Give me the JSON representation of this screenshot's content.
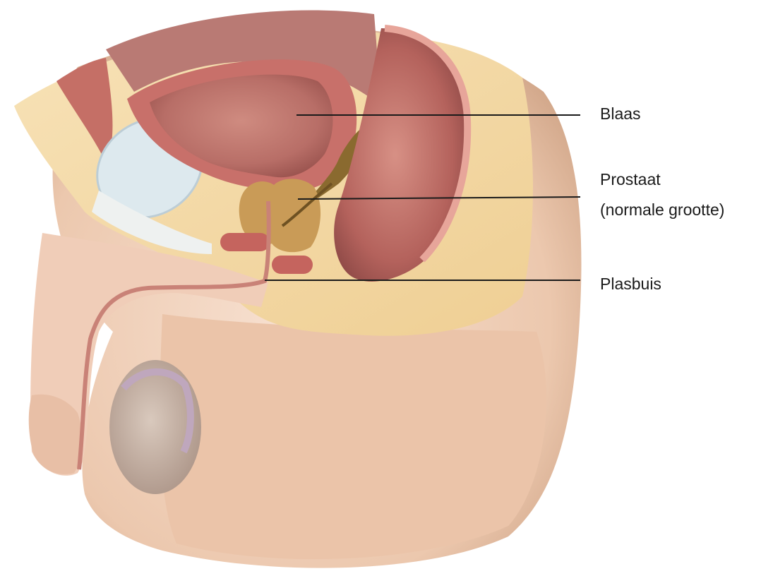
{
  "labels": {
    "bladder": "Blaas",
    "prostate": "Prostaat",
    "prostate_note": "(normale grootte)",
    "urethra": "Plasbuis"
  },
  "colors": {
    "skin_light": "#f6dccb",
    "skin_mid": "#e9c2a6",
    "skin_shadow": "#c79a7c",
    "fat_yellow": "#f5d9a6",
    "bladder_wall": "#c8706a",
    "bladder_inner": "#b7706a",
    "prostate": "#c99b57",
    "rectum": "#b9655f",
    "bone": "#dde9ee",
    "line": "#1a1a1a"
  }
}
